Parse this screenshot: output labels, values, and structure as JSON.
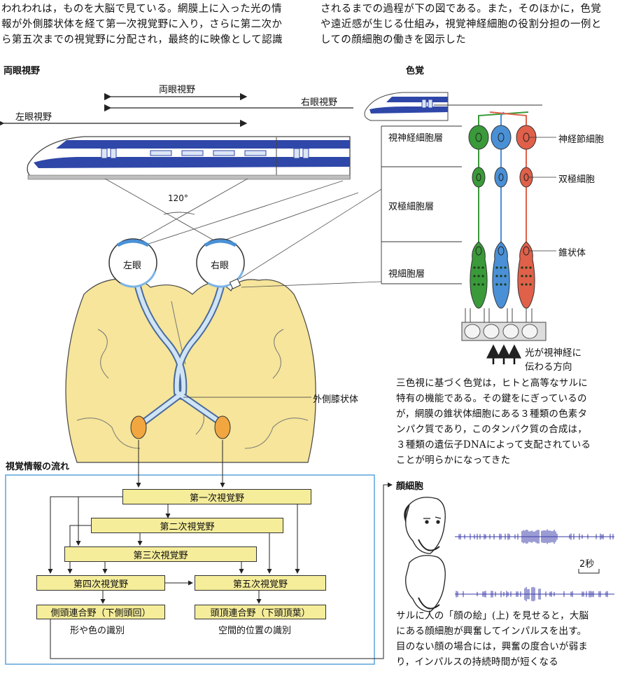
{
  "intro": {
    "left_lines": [
      "われわれは，ものを大脳で見ている。網膜上に入った光の情",
      "報が外側膝状体を経て第一次視覚野に入り，さらに第二次か",
      "ら第五次までの視覚野に分配され，最終的に映像として認識"
    ],
    "right_lines": [
      "されるまでの過程が下の図である。また，そのほかに，色覚",
      "や遠近感が生じる仕組み，視覚神経細胞の役割分担の一例と",
      "しての顔細胞の働きを図示した"
    ]
  },
  "binocular": {
    "heading": "両眼視野",
    "both_field": "両眼視野",
    "left_field": "左眼視野",
    "right_field": "右眼視野",
    "angle": "120°",
    "left_eye": "左眼",
    "right_eye": "右眼",
    "lgn": "外側膝状体"
  },
  "color_vision": {
    "heading": "色覚",
    "layers": [
      "視神経細胞層",
      "双極細胞層",
      "視細胞層"
    ],
    "cells": [
      "神経節細胞",
      "双極細胞",
      "錐状体"
    ],
    "light_line1": "光が視神経に",
    "light_line2": "伝わる方向",
    "cone_colors": [
      "#3a9a3a",
      "#4a90d6",
      "#e0604a"
    ],
    "text_lines": [
      "三色視に基づく色覚は，ヒトと高等なサルに",
      "特有の機能である。その鍵をにぎっているの",
      "が，網膜の錐状体細胞にある３種類の色素タ",
      "ンパク質であり，このタンパク質の合成は，",
      "３種類の遺伝子DNAによって支配されている",
      "ことが明らかになってきた"
    ]
  },
  "flow": {
    "heading": "視覚情報の流れ",
    "v1": "第一次視覚野",
    "v2": "第二次視覚野",
    "v3": "第三次視覚野",
    "v4": "第四次視覚野",
    "v5": "第五次視覚野",
    "temporal": "側頭連合野（下側頭回）",
    "parietal": "頭頂連合野（下頭頂葉）",
    "temporal_note": "形や色の識別",
    "parietal_note": "空間的位置の識別"
  },
  "face_cells": {
    "heading": "顔細胞",
    "scale": "2秒",
    "text_lines": [
      "サルに人の「顔の絵」(上) を見せると，大脳",
      "にある顔細胞が興奮してインパルスを出す。",
      "目のない顔の場合には，興奮の度合いが弱ま",
      "り，インパルスの持続時間が短くなる"
    ]
  }
}
